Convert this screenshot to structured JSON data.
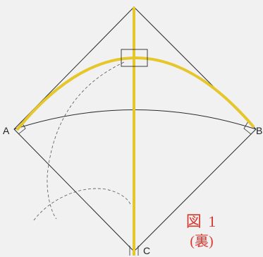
{
  "points": {
    "a": "A",
    "b": "B",
    "c": "C"
  },
  "caption": {
    "figure": "図 1",
    "side": "(裏)"
  },
  "colors": {
    "background": "#f1f1f1",
    "outline": "#2b2b2b",
    "center_line": "#e6c72b",
    "caption": "#d8382f"
  }
}
